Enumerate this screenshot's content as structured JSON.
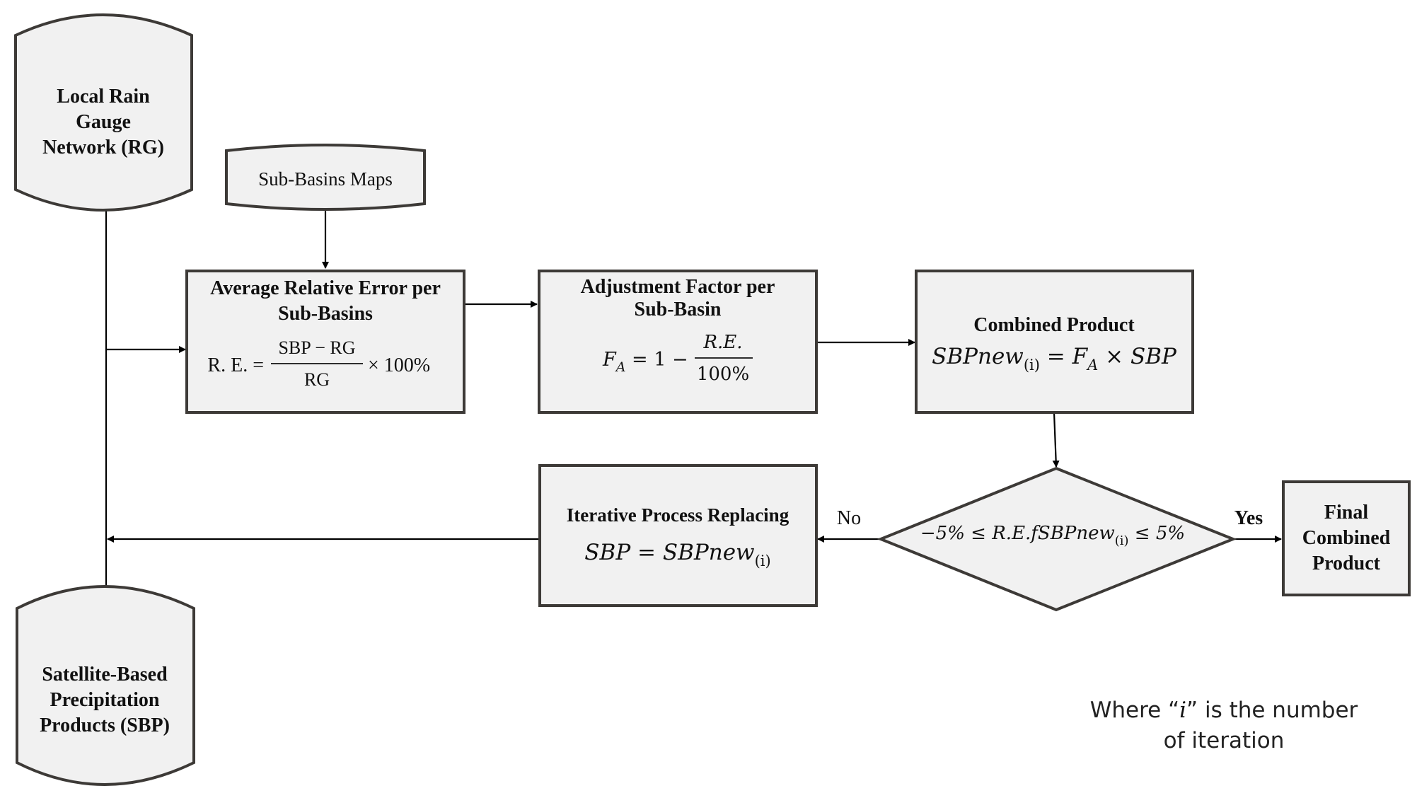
{
  "rain_gauge": {
    "line1": "Local Rain",
    "line2": "Gauge",
    "line3": "Network (RG)"
  },
  "sub_basins_maps": {
    "label": "Sub-Basins Maps"
  },
  "satellite": {
    "line1": "Satellite-Based",
    "line2": "Precipitation",
    "line3": "Products (SBP)"
  },
  "relative_error": {
    "title1": "Average Relative Error per",
    "title2": "Sub-Basins",
    "formula_lhs": "R. E. =",
    "numerator": "SBP − RG",
    "denominator": "RG",
    "factor": "× 100%"
  },
  "adjustment_factor": {
    "title1": "Adjustment Factor per",
    "title2": "Sub-Basin",
    "lhs_var": "F",
    "lhs_sub": "A",
    "lhs_rest": " = 1 −",
    "numerator": "R.E.",
    "denominator": "100%"
  },
  "combined_product": {
    "title": "Combined Product",
    "f_main": "SBPnew",
    "f_sub": "(i)",
    "f_mid": " = F",
    "f_sub2": "A",
    "f_end": " × SBP"
  },
  "decision": {
    "left": "−5% ≤ R.E.fSBPnew",
    "sub": "(i)",
    "right": " ≤ 5%",
    "no_label": "No",
    "yes_label": "Yes"
  },
  "iterative": {
    "title": "Iterative Process Replacing",
    "f_main": "SBP = SBPnew",
    "f_sub": "(i)"
  },
  "final_product": {
    "line1": "Final",
    "line2": "Combined",
    "line3": "Product"
  },
  "note": {
    "pre": "Where “",
    "var": "i",
    "post": "” is the number",
    "line2": "of iteration"
  }
}
